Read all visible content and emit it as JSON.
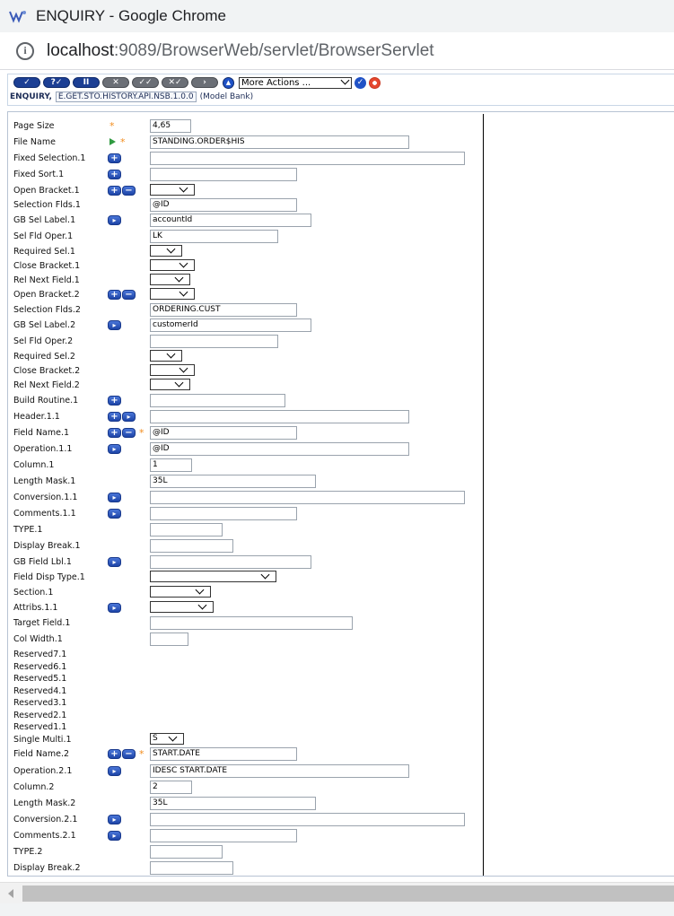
{
  "window": {
    "title": "ENQUIRY - Google Chrome"
  },
  "address": {
    "host": "localhost",
    "path": ":9089/BrowserWeb/servlet/BrowserServlet"
  },
  "toolbar": {
    "buttons": [
      {
        "name": "validate-button",
        "glyph": "✓",
        "color": "blue"
      },
      {
        "name": "query-button",
        "glyph": "?✓",
        "color": "blue"
      },
      {
        "name": "hold-button",
        "glyph": "II",
        "color": "blue"
      },
      {
        "name": "delete-button",
        "glyph": "✕",
        "color": "grey"
      },
      {
        "name": "authorise-button",
        "glyph": "✓✓",
        "color": "grey"
      },
      {
        "name": "reverse-button",
        "glyph": "✕✓",
        "color": "grey"
      },
      {
        "name": "next-button",
        "glyph": "›",
        "color": "grey"
      }
    ],
    "more_actions": "More Actions ...",
    "app": "ENQUIRY,",
    "record_id": "E.GET.STO.HISTORY.API.NSB.1.0.0",
    "model": "(Model Bank)"
  },
  "form": {
    "rows": [
      {
        "label": "Page Size",
        "star": true,
        "value": "4,65"
      },
      {
        "label": "File Name",
        "tri": true,
        "star": true,
        "value": "STANDING.ORDER$HIS"
      },
      {
        "label": "Fixed Selection.1",
        "icons": [
          "+"
        ],
        "value": ""
      },
      {
        "label": "Fixed Sort.1",
        "icons": [
          "+"
        ],
        "value": ""
      },
      {
        "label": "Open Bracket.1",
        "icons": [
          "+",
          "−"
        ],
        "select": ""
      },
      {
        "label": "Selection Flds.1",
        "value": "@ID"
      },
      {
        "label": "GB Sel Label.1",
        "icons": [
          "›"
        ],
        "value": "accountId"
      },
      {
        "label": "Sel Fld Oper.1",
        "value": "LK"
      },
      {
        "label": "Required Sel.1",
        "select": ""
      },
      {
        "label": "Close Bracket.1",
        "select": ""
      },
      {
        "label": "Rel Next Field.1",
        "select": ""
      },
      {
        "label": "Open Bracket.2",
        "icons": [
          "+",
          "−"
        ],
        "select": ""
      },
      {
        "label": "Selection Flds.2",
        "value": "ORDERING.CUST"
      },
      {
        "label": "GB Sel Label.2",
        "icons": [
          "›"
        ],
        "value": "customerId"
      },
      {
        "label": "Sel Fld Oper.2",
        "value": ""
      },
      {
        "label": "Required Sel.2",
        "select": ""
      },
      {
        "label": "Close Bracket.2",
        "select": ""
      },
      {
        "label": "Rel Next Field.2",
        "select": ""
      },
      {
        "label": "Build Routine.1",
        "icons": [
          "+"
        ],
        "value": ""
      },
      {
        "label": "Header.1.1",
        "icons": [
          "+",
          "›"
        ],
        "value": ""
      },
      {
        "label": "Field Name.1",
        "icons": [
          "+",
          "−"
        ],
        "star": true,
        "value": "@ID"
      },
      {
        "label": "Operation.1.1",
        "icons": [
          "›"
        ],
        "value": "@ID"
      },
      {
        "label": "Column.1",
        "value": "1"
      },
      {
        "label": "Length Mask.1",
        "value": "35L"
      },
      {
        "label": "Conversion.1.1",
        "icons": [
          "›"
        ],
        "value": ""
      },
      {
        "label": "Comments.1.1",
        "icons": [
          "›"
        ],
        "value": ""
      },
      {
        "label": "TYPE.1",
        "value": ""
      },
      {
        "label": "Display Break.1",
        "value": ""
      },
      {
        "label": "GB Field Lbl.1",
        "icons": [
          "›"
        ],
        "value": ""
      },
      {
        "label": "Field Disp Type.1",
        "select": ""
      },
      {
        "label": "Section.1",
        "select": ""
      },
      {
        "label": "Attribs.1.1",
        "icons": [
          "›"
        ],
        "select": ""
      },
      {
        "label": "Target Field.1",
        "value": ""
      },
      {
        "label": "Col Width.1",
        "value": ""
      },
      {
        "label": "Reserved7.1"
      },
      {
        "label": "Reserved6.1"
      },
      {
        "label": "Reserved5.1"
      },
      {
        "label": "Reserved4.1"
      },
      {
        "label": "Reserved3.1"
      },
      {
        "label": "Reserved2.1"
      },
      {
        "label": "Reserved1.1"
      },
      {
        "label": "Single Multi.1",
        "select": "S"
      },
      {
        "label": "Field Name.2",
        "icons": [
          "+",
          "−"
        ],
        "star": true,
        "value": "START.DATE"
      },
      {
        "label": "Operation.2.1",
        "icons": [
          "›"
        ],
        "value": "IDESC START.DATE"
      },
      {
        "label": "Column.2",
        "value": "2"
      },
      {
        "label": "Length Mask.2",
        "value": "35L"
      },
      {
        "label": "Conversion.2.1",
        "icons": [
          "›"
        ],
        "value": ""
      },
      {
        "label": "Comments.2.1",
        "icons": [
          "›"
        ],
        "value": ""
      },
      {
        "label": "TYPE.2",
        "value": ""
      },
      {
        "label": "Display Break.2",
        "value": ""
      }
    ]
  }
}
